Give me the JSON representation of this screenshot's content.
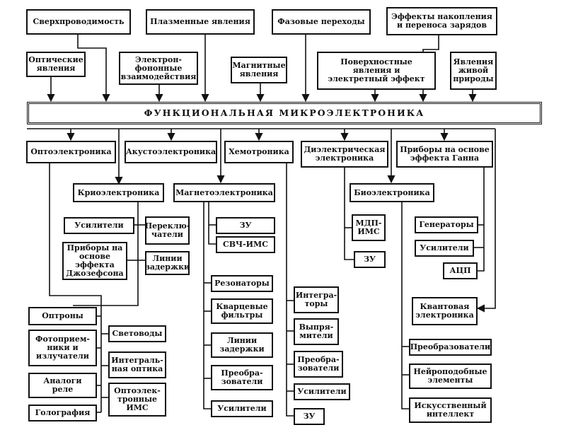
{
  "nodes": {
    "superconductivity": "Сверхпроводимость",
    "plasma": "Плазменные явления",
    "phase": "Фазовые переходы",
    "charge": "Эффекты накопления\nи переноса зарядов",
    "optical": "Оптические\nявления",
    "electron_phonon": "Электрон-\nфононные\nвзаимодействия",
    "magnetic": "Магнитные\nявления",
    "surface": "Поверхностные\nявления и\nэлектретный эффект",
    "living": "Явления\nживой\nприроды",
    "main": "ФУНКЦИОНАЛЬНАЯ МИКРОЭЛЕКТРОНИКА",
    "optoelectronics": "Оптоэлектроника",
    "acoustoelectronics": "Акустоэлектроника",
    "chemotronics": "Хемотроника",
    "dielectric": "Диэлектрическая\nэлектроника",
    "gunn": "Приборы на основе\nэффекта Ганна",
    "cryo": "Криоэлектроника",
    "magneto": "Магнетоэлектроника",
    "bio": "Биоэлектроника",
    "cryo_amps": "Усилители",
    "switches": "Переклю-\nчатели",
    "josephson": "Приборы на\nоснове\nэффекта\nДжозефсона",
    "cryo_delay": "Линии\nзадержки",
    "mag_zu": "ЗУ",
    "mag_shf": "СВЧ-ИМС",
    "mdp": "МДП-\nИМС",
    "diel_zu": "ЗУ",
    "generators": "Генераторы",
    "gunn_amps": "Усилители",
    "adc": "АЦП",
    "resonators": "Резонаторы",
    "quartz": "Кварцевые\nфильтры",
    "ac_delay": "Линии\nзадержки",
    "ac_converters": "Преобра-\nзователи",
    "ac_amps": "Усилители",
    "integrators": "Интегра-\nторы",
    "rectifiers": "Выпря-\nмители",
    "ch_converters": "Преобра-\nзователи",
    "ch_amps": "Усилители",
    "ch_zu": "ЗУ",
    "optrons": "Оптроны",
    "photo": "Фотоприем-\nники и\nизлучатели",
    "analog_relay": "Аналоги\nреле",
    "holography": "Голография",
    "lightguides": "Световоды",
    "integral_optics": "Интеграль-\nная оптика",
    "opto_ims": "Оптоэлек-\nтронные\nИМС",
    "quantum": "Квантовая\nэлектроника",
    "bio_converters": "Преобразователи",
    "neuro": "Нейроподобные\nэлементы",
    "ai": "Искусственный\nинтеллект"
  },
  "style": {
    "line": "#111111",
    "background": "#ffffff"
  }
}
